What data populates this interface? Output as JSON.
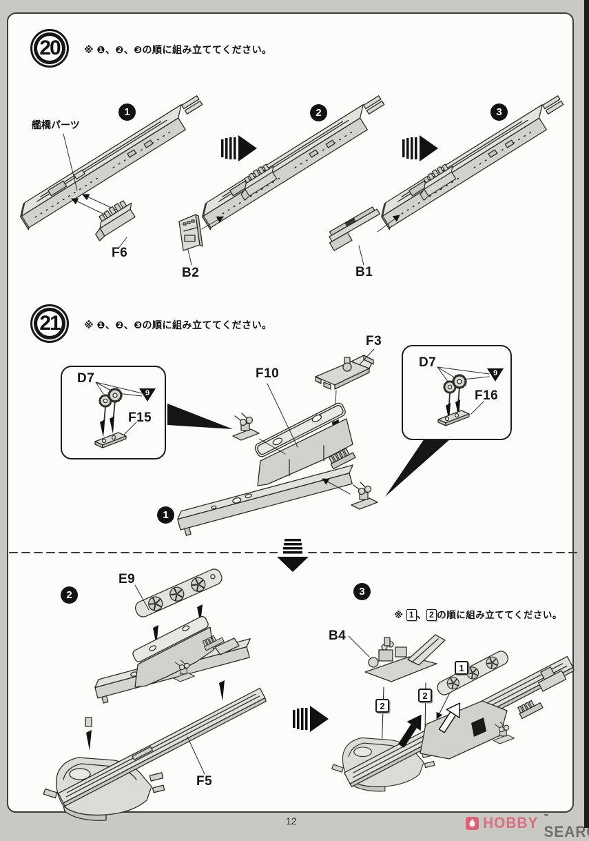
{
  "page": {
    "number": "12"
  },
  "watermark": {
    "brand": "HOBBY",
    "rest": "-SEARCH"
  },
  "step20": {
    "badge": "20",
    "note": "※ ❶、❷、❸の順に組み立ててください。",
    "bridge_callout": "艦橋パーツ",
    "substep1": "1",
    "substep2": "2",
    "substep3": "3",
    "label_f6": "F6",
    "label_b2": "B2",
    "label_b1": "B1"
  },
  "step21": {
    "badge": "21",
    "note": "※ ❶、❷、❸の順に組み立ててください。",
    "substep1": "1",
    "substep2": "2",
    "substep3": "3",
    "label_f3": "F3",
    "label_f10": "F10",
    "inset_left": {
      "label_d7": "D7",
      "marker": "9",
      "label_f15": "F15"
    },
    "inset_right": {
      "label_d7": "D7",
      "marker": "9",
      "label_f16": "F16"
    },
    "label_e9": "E9",
    "label_f5": "F5",
    "label_b4": "B4",
    "sub3_note": {
      "prefix": "※ ",
      "num1": "1",
      "comma": "、",
      "num2": "2",
      "suffix": "の順に組み立ててください。"
    },
    "order_badge_1": "1",
    "order_badge_2a": "2",
    "order_badge_2b": "2"
  }
}
